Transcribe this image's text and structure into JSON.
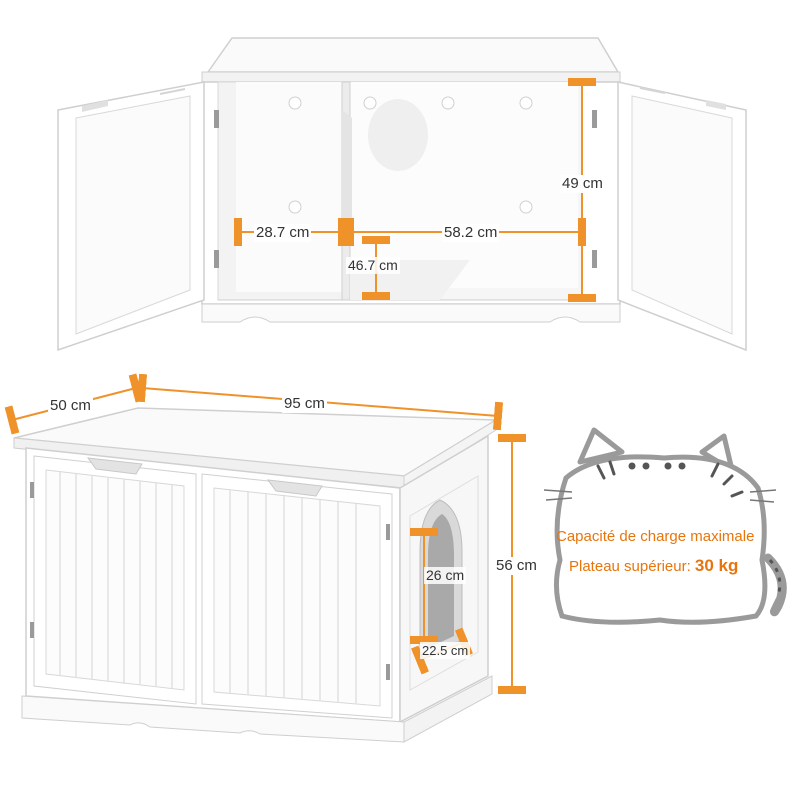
{
  "dimensions": {
    "left_width": "28.7 cm",
    "right_width": "58.2 cm",
    "inner_height": "49 cm",
    "divider_opening": "46.7 cm",
    "depth": "50 cm",
    "width": "95 cm",
    "height": "56 cm",
    "entry_height": "26 cm",
    "entry_width": "22.5 cm"
  },
  "capacity": {
    "line1": "Capacité de charge maximale",
    "line2_label": "Plateau supérieur:",
    "line2_value": "30 kg"
  },
  "colors": {
    "accent": "#f0922a",
    "cabinet": "#ffffff",
    "outline": "#c9c9c9",
    "shadow": "#e9e9e9",
    "cat_gray": "#9a9a9a",
    "cat_dark": "#555555"
  }
}
